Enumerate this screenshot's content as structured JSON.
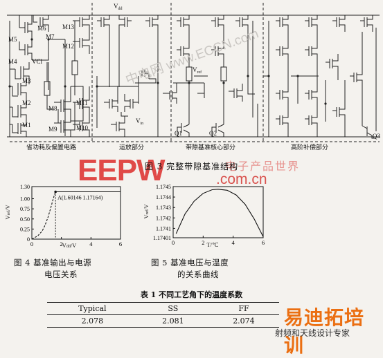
{
  "circuit": {
    "labels": {
      "vdd": "V",
      "vdd_sub": "dd",
      "m6": "M6",
      "m7": "M7",
      "m5": "M5",
      "m4": "M4",
      "vcl": "VCl",
      "m3": "M3",
      "m2": "M2",
      "m1": "M1",
      "m8": "M8",
      "m9": "M9",
      "m13": "M13",
      "m12": "M12",
      "m11": "M11",
      "m10": "M10",
      "vref": "V",
      "vref_sub": "ref",
      "vin": "V",
      "vin_sub": "in",
      "q1": "Q1",
      "q2": "Q2",
      "q3": "Q3"
    },
    "section_labels": [
      "省功耗及偏置电路",
      "运放部分",
      "带隙基准核心部分",
      "高阶补偿部分"
    ]
  },
  "figure3_caption": "图 3   完整带隙基准结构",
  "chart_data": [
    {
      "type": "line",
      "xlabel": "V",
      "xlabel_sub": "dd",
      "xlabel_unit": "/V",
      "ylabel": "V",
      "ylabel_sub": "ref",
      "ylabel_unit": "/V",
      "x_ticks": [
        "0",
        "2",
        "4",
        "6"
      ],
      "y_ticks": [
        "1.30",
        "1.00",
        "0.75",
        "0.50",
        "0.25",
        "0"
      ],
      "xlim": [
        0,
        6
      ],
      "ylim": [
        0,
        1.3
      ],
      "annotation": "A(1.60146 1.17164)",
      "x": [
        0,
        0.4,
        0.7,
        0.9,
        1.1,
        1.3,
        1.45,
        1.55,
        1.60146,
        2,
        3,
        4,
        5,
        6
      ],
      "y": [
        0,
        0.08,
        0.2,
        0.35,
        0.55,
        0.8,
        1.0,
        1.12,
        1.17164,
        1.1717,
        1.1717,
        1.1717,
        1.1717,
        1.1717
      ]
    },
    {
      "type": "line",
      "xlabel": "T",
      "xlabel_unit": "/℃",
      "ylabel": "V",
      "ylabel_sub": "ref",
      "ylabel_unit": "/V",
      "x_ticks": [
        "0",
        "2",
        "4",
        "6"
      ],
      "y_ticks": [
        "1.1745",
        "1.1744",
        "1.1743",
        "1.1742",
        "1.1741",
        "1.17401"
      ],
      "xlim": [
        0,
        6
      ],
      "ylim": [
        1.17401,
        1.1745
      ],
      "x": [
        0.2,
        0.8,
        1.4,
        2.0,
        2.6,
        3.0,
        3.6,
        4.2,
        4.8,
        5.4,
        6.0
      ],
      "y": [
        1.17405,
        1.17424,
        1.17436,
        1.174435,
        1.17447,
        1.174475,
        1.174465,
        1.17442,
        1.17433,
        1.17419,
        1.17402
      ]
    }
  ],
  "figure4_caption": [
    "图 4   基准输出与电源",
    "电压关系"
  ],
  "figure5_caption": [
    "图 5   基准电压与温度",
    "的关系曲线"
  ],
  "table1": {
    "title": "表 1   不同工艺角下的温度系数",
    "headers": [
      "Typical",
      "SS",
      "FF"
    ],
    "values": [
      "2.078",
      "2.081",
      "2.074"
    ]
  },
  "watermarks": {
    "eepw": "EEPW",
    "eepw_domain": ".com.cn",
    "eepw_cn": "电子产品世界",
    "cfcn": "中电网 www.ECCN.com",
    "yidi": "易迪拓培训",
    "yidi_sub": "射频和天线设计专家"
  }
}
